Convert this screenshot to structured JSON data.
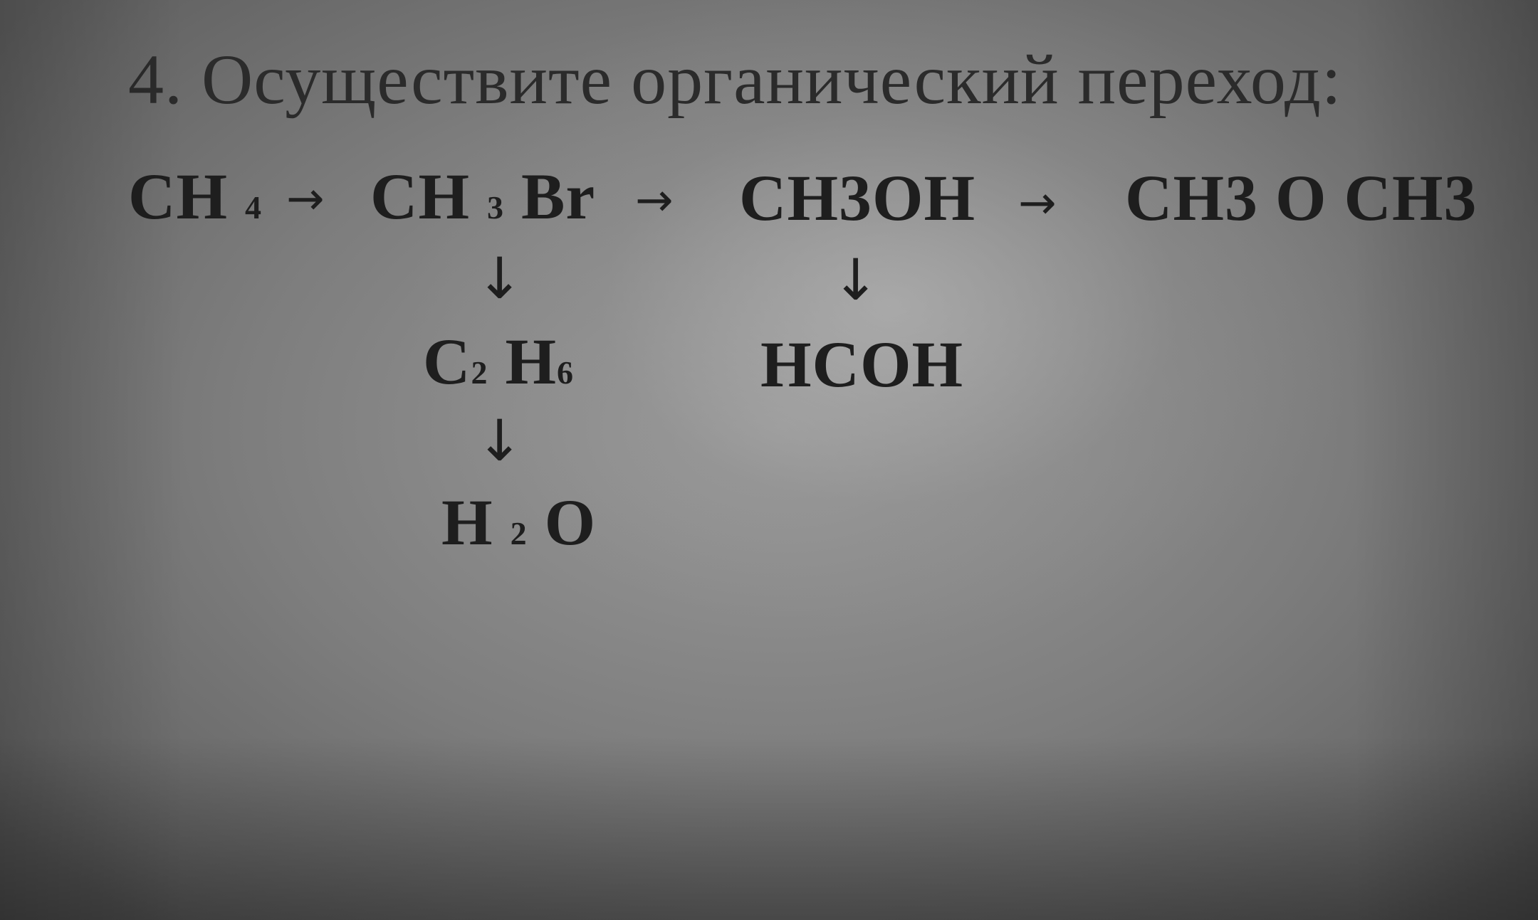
{
  "task": {
    "heading": "4. Осуществите органический переход:"
  },
  "chain": {
    "ch4": {
      "letters": "CH",
      "index": "4"
    },
    "ch3br": {
      "letters1": "CH",
      "index": "3",
      "letters2": "Br"
    },
    "ch3oh": {
      "text": "CH3OH"
    },
    "ch3och3": {
      "text": "CH3 O CH3"
    },
    "arrow_right": "→",
    "arrow_down": "↓"
  },
  "branch_left": {
    "c2h6": {
      "c": "C",
      "c_index": "2",
      "h": "H",
      "h_index": "6"
    },
    "h2o": {
      "h": "H",
      "index": "2",
      "o": "O"
    }
  },
  "branch_right": {
    "hcoh": "HCOH"
  }
}
